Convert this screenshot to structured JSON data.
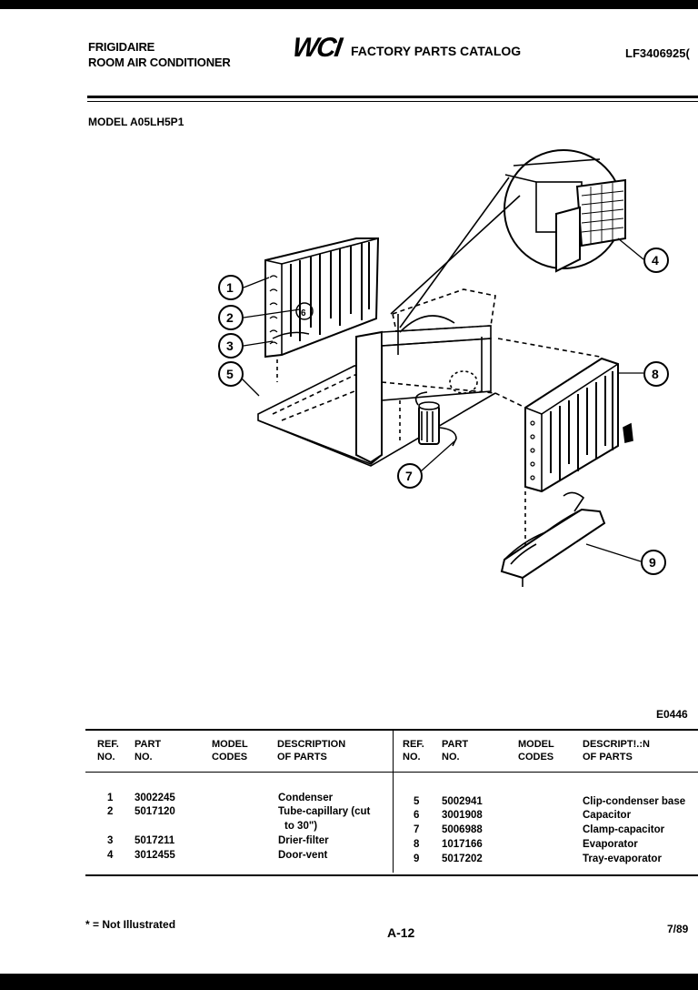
{
  "header": {
    "brand_line1": "FRIGIDAIRE",
    "brand_line2": "ROOM AIR CONDITIONER",
    "logo": "WCI",
    "catalog_title": "FACTORY PARTS CATALOG",
    "doc_number": "LF3406925("
  },
  "model": "MODEL A05LH5P1",
  "figure": {
    "code": "E0446",
    "callouts": [
      "1",
      "2",
      "3",
      "4",
      "5",
      "6",
      "7",
      "8",
      "9"
    ]
  },
  "table": {
    "headers": {
      "ref": [
        "REF.",
        "NO."
      ],
      "part": [
        "PART",
        "NO."
      ],
      "codes": [
        "MODEL",
        "CODES"
      ],
      "desc": [
        "DESCRIPTION",
        "OF PARTS"
      ],
      "desc_right": [
        "DESCRIPT!.:N",
        "OF PARTS"
      ]
    },
    "left_rows": [
      {
        "ref": "1",
        "part": "3002245",
        "desc": "Condenser"
      },
      {
        "ref": "2",
        "part": "5017120",
        "desc": "Tube-capillary (cut"
      },
      {
        "ref": "",
        "part": "",
        "desc": "to 30\")"
      },
      {
        "ref": "3",
        "part": "5017211",
        "desc": "Drier-filter"
      },
      {
        "ref": "4",
        "part": "3012455",
        "desc": "Door-vent"
      }
    ],
    "right_rows": [
      {
        "ref": "5",
        "part": "5002941",
        "desc": "Clip-condenser base"
      },
      {
        "ref": "6",
        "part": "3001908",
        "desc": "Capacitor"
      },
      {
        "ref": "7",
        "part": "5006988",
        "desc": "Clamp-capacitor"
      },
      {
        "ref": "8",
        "part": "1017166",
        "desc": "Evaporator"
      },
      {
        "ref": "9",
        "part": "5017202",
        "desc": "Tray-evaporator"
      }
    ]
  },
  "footer": {
    "footnote": "* = Not Illustrated",
    "page": "A-12",
    "date": "7/89"
  }
}
